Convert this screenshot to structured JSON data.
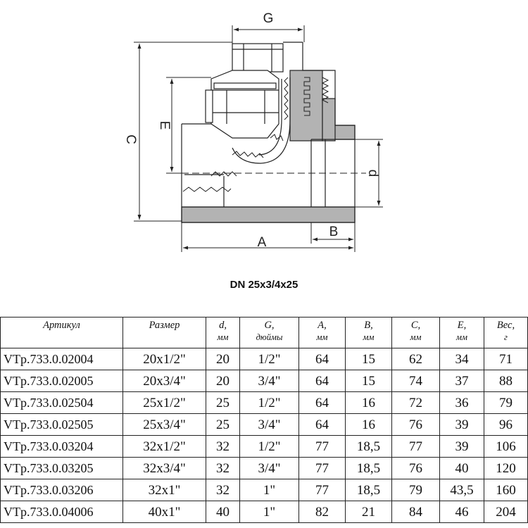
{
  "drawing": {
    "dim_labels": {
      "G": "G",
      "C": "C",
      "E": "E",
      "d": "d",
      "B": "B",
      "A": "A"
    },
    "colors": {
      "line": "#222222",
      "fill": "#b3b3b3"
    }
  },
  "caption": "DN 25x3/4x25",
  "table": {
    "headers": [
      {
        "name": "Артикул",
        "unit": ""
      },
      {
        "name": "Размер",
        "unit": ""
      },
      {
        "name": "d,",
        "unit": "мм"
      },
      {
        "name": "G,",
        "unit": "дюймы"
      },
      {
        "name": "A,",
        "unit": "мм"
      },
      {
        "name": "B,",
        "unit": "мм"
      },
      {
        "name": "C,",
        "unit": "мм"
      },
      {
        "name": "E,",
        "unit": "мм"
      },
      {
        "name": "Вес,",
        "unit": "г"
      }
    ],
    "rows": [
      [
        "VTp.733.0.02004",
        "20x1/2\"",
        "20",
        "1/2\"",
        "64",
        "15",
        "62",
        "34",
        "71"
      ],
      [
        "VTp.733.0.02005",
        "20x3/4\"",
        "20",
        "3/4\"",
        "64",
        "15",
        "74",
        "37",
        "88"
      ],
      [
        "VTp.733.0.02504",
        "25x1/2\"",
        "25",
        "1/2\"",
        "64",
        "16",
        "72",
        "36",
        "79"
      ],
      [
        "VTp.733.0.02505",
        "25x3/4\"",
        "25",
        "3/4\"",
        "64",
        "16",
        "76",
        "39",
        "96"
      ],
      [
        "VTp.733.0.03204",
        "32x1/2\"",
        "32",
        "1/2\"",
        "77",
        "18,5",
        "77",
        "39",
        "106"
      ],
      [
        "VTp.733.0.03205",
        "32x3/4\"",
        "32",
        "3/4\"",
        "77",
        "18,5",
        "76",
        "40",
        "120"
      ],
      [
        "VTp.733.0.03206",
        "32x1\"",
        "32",
        "1\"",
        "77",
        "18,5",
        "79",
        "43,5",
        "160"
      ],
      [
        "VTp.733.0.04006",
        "40x1\"",
        "40",
        "1\"",
        "82",
        "21",
        "84",
        "46",
        "204"
      ]
    ]
  }
}
